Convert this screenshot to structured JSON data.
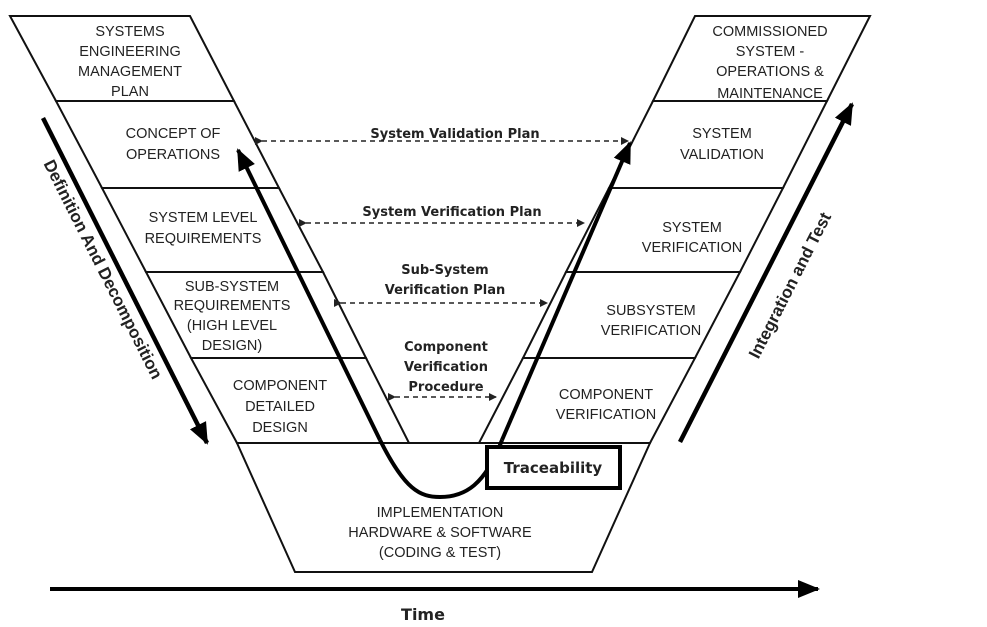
{
  "title": "Systems Engineering V-Model",
  "left_boxes": [
    {
      "lines": [
        "SYSTEMS",
        "ENGINEERING",
        "MANAGEMENT",
        "PLAN"
      ]
    },
    {
      "lines": [
        "CONCEPT OF",
        "OPERATIONS"
      ]
    },
    {
      "lines": [
        "SYSTEM LEVEL",
        "REQUIREMENTS"
      ]
    },
    {
      "lines": [
        "SUB-SYSTEM",
        "REQUIREMENTS",
        "(HIGH LEVEL",
        "DESIGN)"
      ]
    },
    {
      "lines": [
        "COMPONENT",
        "DETAILED",
        "DESIGN"
      ]
    }
  ],
  "right_boxes": [
    {
      "lines": [
        "COMMISSIONED",
        "SYSTEM -",
        "OPERATIONS &",
        "MAINTENANCE"
      ]
    },
    {
      "lines": [
        "SYSTEM",
        "VALIDATION"
      ]
    },
    {
      "lines": [
        "SYSTEM",
        "VERIFICATION"
      ]
    },
    {
      "lines": [
        "SUBSYSTEM",
        "VERIFICATION"
      ]
    },
    {
      "lines": [
        "COMPONENT",
        "VERIFICATION"
      ]
    }
  ],
  "bottom_box": {
    "lines": [
      "IMPLEMENTATION",
      "HARDWARE & SOFTWARE",
      "(CODING & TEST)"
    ]
  },
  "plans": [
    {
      "lines": [
        "System Validation Plan"
      ]
    },
    {
      "lines": [
        "System Verification Plan"
      ]
    },
    {
      "lines": [
        "Sub-System",
        "Verification Plan"
      ]
    },
    {
      "lines": [
        "Component",
        "Verification",
        "Procedure"
      ]
    }
  ],
  "traceability": "Traceability",
  "left_arrow_label": "Definition And Decomposition",
  "right_arrow_label": "Integration and Test",
  "time_label": "Time"
}
